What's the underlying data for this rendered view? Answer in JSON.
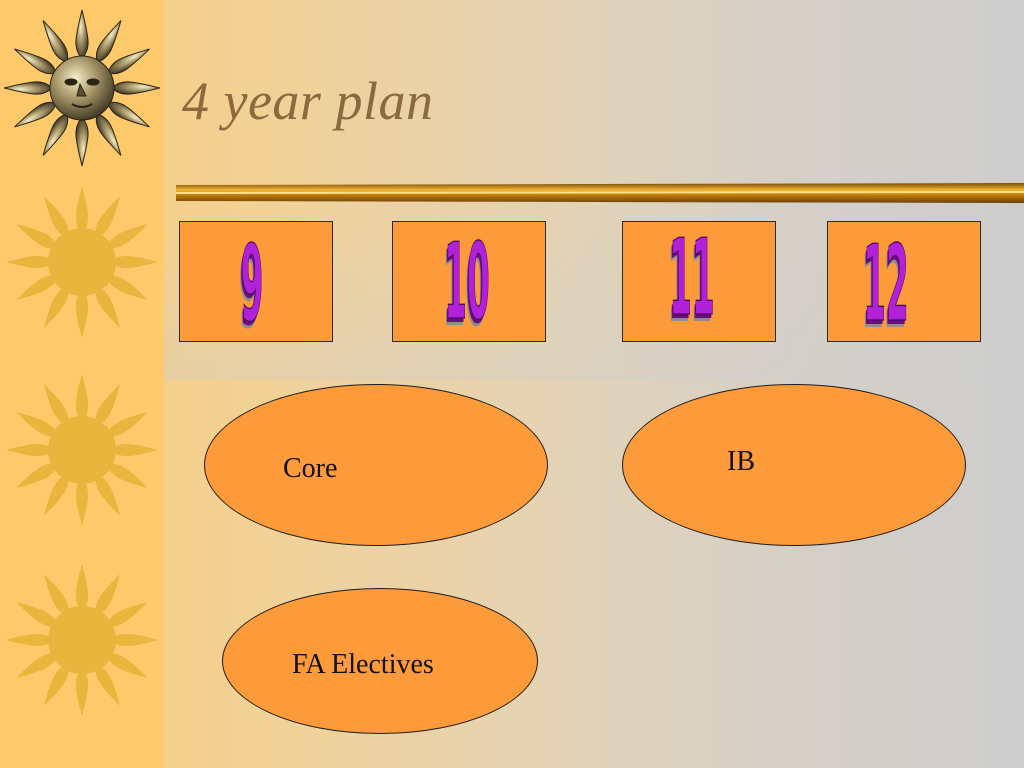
{
  "slide": {
    "title": "4 year plan",
    "grades": [
      "9",
      "10",
      "11",
      "12"
    ],
    "ovals": {
      "core": "Core",
      "ib": "IB",
      "fa_electives": "FA Electives"
    }
  },
  "colors": {
    "orange_fill": "#fd9a3a",
    "strip": "#fdc96a",
    "sun": "#e9b53c",
    "title": "#8a6a3e",
    "grade_numbers": "#b021d9"
  },
  "icons": [
    "metallic-sun-face-icon",
    "sun-icon"
  ]
}
